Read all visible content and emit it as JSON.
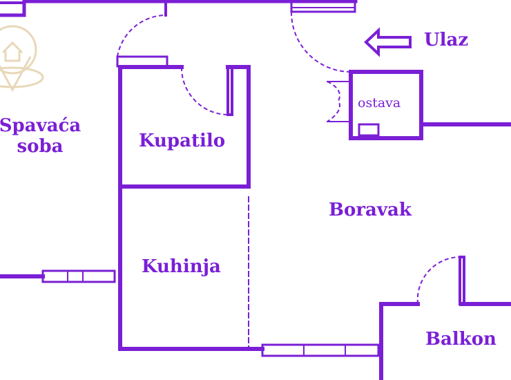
{
  "rooms": {
    "bedroom": {
      "line1": "Spavaća",
      "line2": "soba"
    },
    "bathroom": "Kupatilo",
    "kitchen": "Kuhinja",
    "living": "Boravak",
    "balcony": "Balkon",
    "storage": "ostava"
  },
  "entrance": {
    "label": "Ulaz"
  },
  "watermark": {
    "icon": "house-pin-icon"
  },
  "colors": {
    "walls": "#7a1fd6",
    "watermark": "#e8d8b8"
  }
}
